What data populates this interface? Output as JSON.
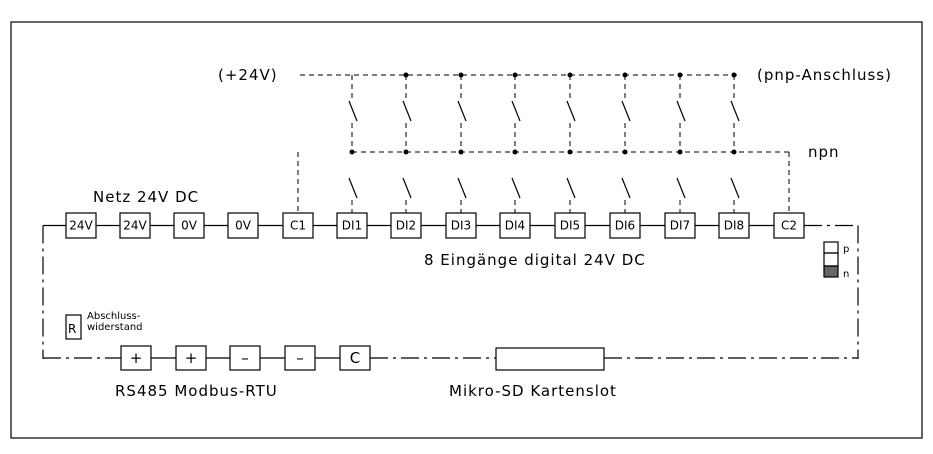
{
  "labels": {
    "plus24v": "(+24V)",
    "pnp": "(pnp-Anschluss)",
    "npn": "npn",
    "netz": "Netz 24V DC",
    "inputs": "8 Eingänge digital 24V DC",
    "rs485": "RS485 Modbus-RTU",
    "sd": "Mikro-SD Kartenslot",
    "abschluss_line1": "Abschluss-",
    "abschluss_line2": "widerstand",
    "resistor": "R",
    "switch_p": "p",
    "switch_n": "n"
  },
  "top_terminals": [
    "24V",
    "24V",
    "0V",
    "0V",
    "C1",
    "DI1",
    "DI2",
    "DI3",
    "DI4",
    "DI5",
    "DI6",
    "DI7",
    "DI8",
    "C2"
  ],
  "bottom_terminals": [
    "+",
    "+",
    "–",
    "–",
    "C"
  ]
}
